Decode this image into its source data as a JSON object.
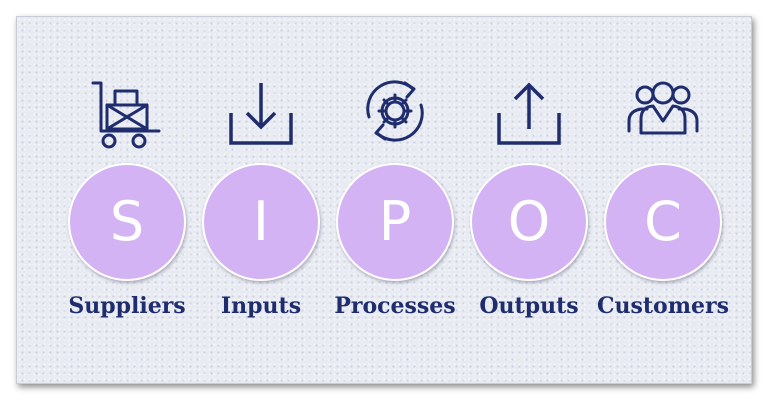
{
  "colors": {
    "circle_fill": "#d4b3f4",
    "icon_stroke": "#1f2d6e",
    "label_text": "#1f2d6e",
    "letter_text": "#ffffff"
  },
  "steps": [
    {
      "letter": "S",
      "label": "Suppliers",
      "icon": "hand-truck-icon"
    },
    {
      "letter": "I",
      "label": "Inputs",
      "icon": "download-tray-icon"
    },
    {
      "letter": "P",
      "label": "Processes",
      "icon": "gear-cycle-icon"
    },
    {
      "letter": "O",
      "label": "Outputs",
      "icon": "upload-tray-icon"
    },
    {
      "letter": "C",
      "label": "Customers",
      "icon": "people-group-icon"
    }
  ]
}
